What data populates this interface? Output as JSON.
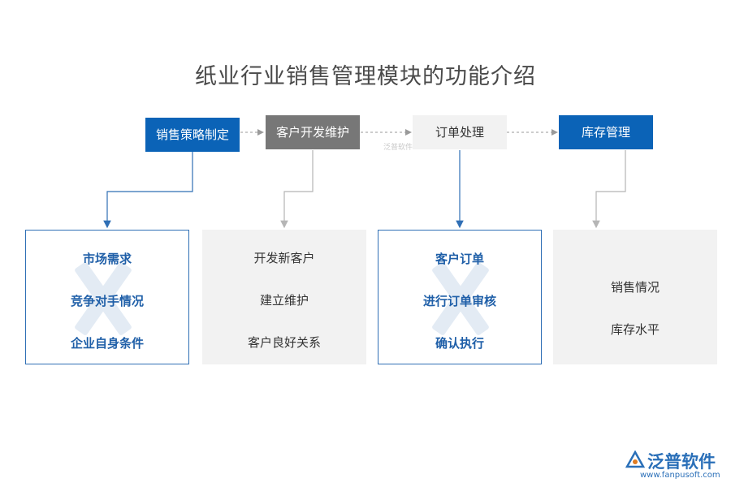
{
  "title": "纸业行业销售管理模块的功能介绍",
  "steps": [
    {
      "label": "销售策略制定"
    },
    {
      "label": "客户开发维护"
    },
    {
      "label": "订单处理"
    },
    {
      "label": "库存管理"
    }
  ],
  "panels": [
    {
      "items": [
        "市场需求",
        "竞争对手情况",
        "企业自身条件"
      ]
    },
    {
      "items": [
        "开发新客户",
        "建立维护",
        "客户良好关系"
      ]
    },
    {
      "items": [
        "客户订单",
        "进行订单审核",
        "确认执行"
      ]
    },
    {
      "items": [
        "销售情况",
        "库存水平"
      ]
    }
  ],
  "watermark": {
    "small": "泛普软件"
  },
  "logo": {
    "name": "泛普软件",
    "url": "www.fanpusoft.com"
  },
  "colors": {
    "blue": "#0b63b7",
    "gray": "#777777",
    "light": "#f2f2f2",
    "outline": "#2f6fb5"
  }
}
